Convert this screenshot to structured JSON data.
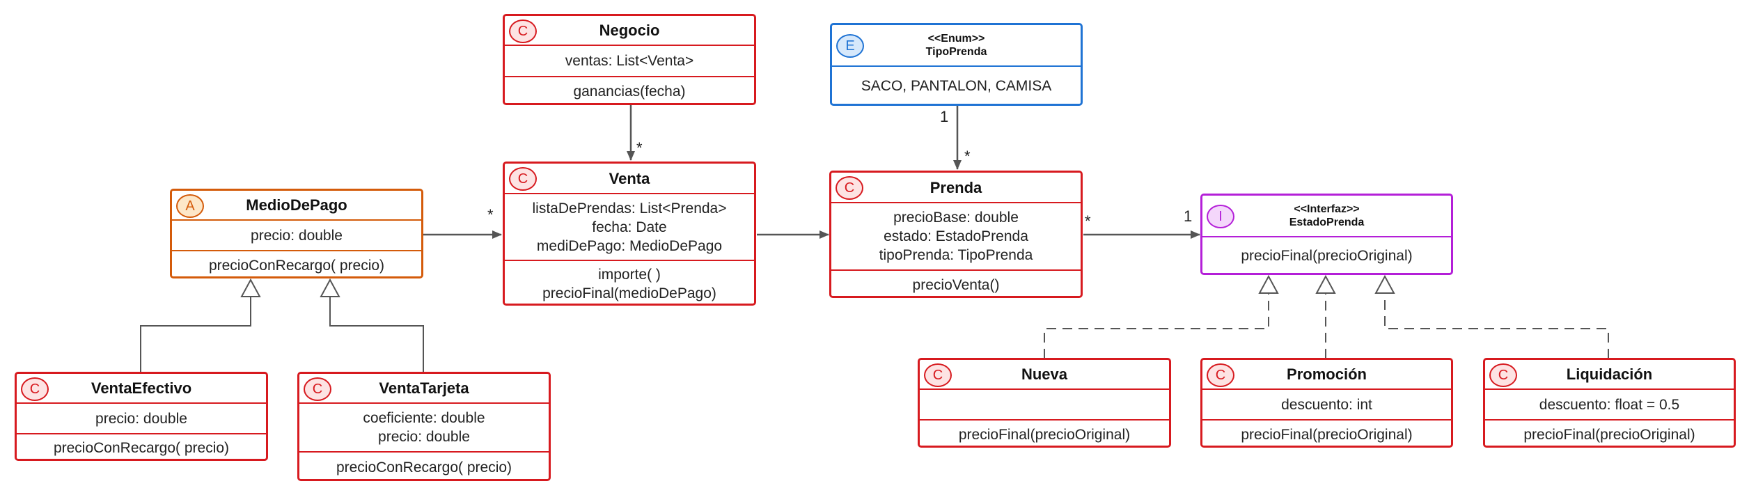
{
  "classes": {
    "negocio": {
      "type": "C",
      "name": "Negocio",
      "attrs": [
        "ventas: List<Venta>"
      ],
      "methods": [
        "ganancias(fecha)"
      ]
    },
    "venta": {
      "type": "C",
      "name": "Venta",
      "attrs": [
        "listaDePrendas: List<Prenda>",
        "fecha: Date",
        "mediDePago: MedioDePago"
      ],
      "methods": [
        "importe( )",
        "precioFinal(medioDePago)"
      ]
    },
    "medio_de_pago": {
      "type": "A",
      "name": "MedioDePago",
      "attrs": [
        "precio: double"
      ],
      "methods": [
        "precioConRecargo( precio)"
      ]
    },
    "venta_efectivo": {
      "type": "C",
      "name": "VentaEfectivo",
      "attrs": [
        "precio: double"
      ],
      "methods": [
        "precioConRecargo( precio)"
      ]
    },
    "venta_tarjeta": {
      "type": "C",
      "name": "VentaTarjeta",
      "attrs": [
        "coeficiente: double",
        "precio: double"
      ],
      "methods": [
        "precioConRecargo( precio)"
      ]
    },
    "tipo_prenda": {
      "type": "E",
      "stereotype": "<<Enum>>",
      "name": "TipoPrenda",
      "values": "SACO, PANTALON, CAMISA"
    },
    "prenda": {
      "type": "C",
      "name": "Prenda",
      "attrs": [
        "precioBase: double",
        "estado: EstadoPrenda",
        "tipoPrenda: TipoPrenda"
      ],
      "methods": [
        "precioVenta()"
      ]
    },
    "estado_prenda": {
      "type": "I",
      "stereotype": "<<Interfaz>>",
      "name": "EstadoPrenda",
      "methods": [
        "precioFinal(precioOriginal)"
      ]
    },
    "nueva": {
      "type": "C",
      "name": "Nueva",
      "attrs": [],
      "methods": [
        "precioFinal(precioOriginal)"
      ]
    },
    "promocion": {
      "type": "C",
      "name": "Promoción",
      "attrs": [
        "descuento: int"
      ],
      "methods": [
        "precioFinal(precioOriginal)"
      ]
    },
    "liquidacion": {
      "type": "C",
      "name": "Liquidación",
      "attrs": [
        "descuento: float = 0.5"
      ],
      "methods": [
        "precioFinal(precioOriginal)"
      ]
    }
  },
  "multiplicities": {
    "negocio_venta": "*",
    "mediodepago_venta": "*",
    "tipoprenda_side": "1",
    "prenda_side_enum": "*",
    "prenda_side_estado": "*",
    "estado_side": "1"
  },
  "colors": {
    "class_border": "#d71a1f",
    "abstract_border": "#d45b0a",
    "enum_border": "#1f73d4",
    "interface_border": "#b41fd8",
    "connector": "#555555"
  }
}
